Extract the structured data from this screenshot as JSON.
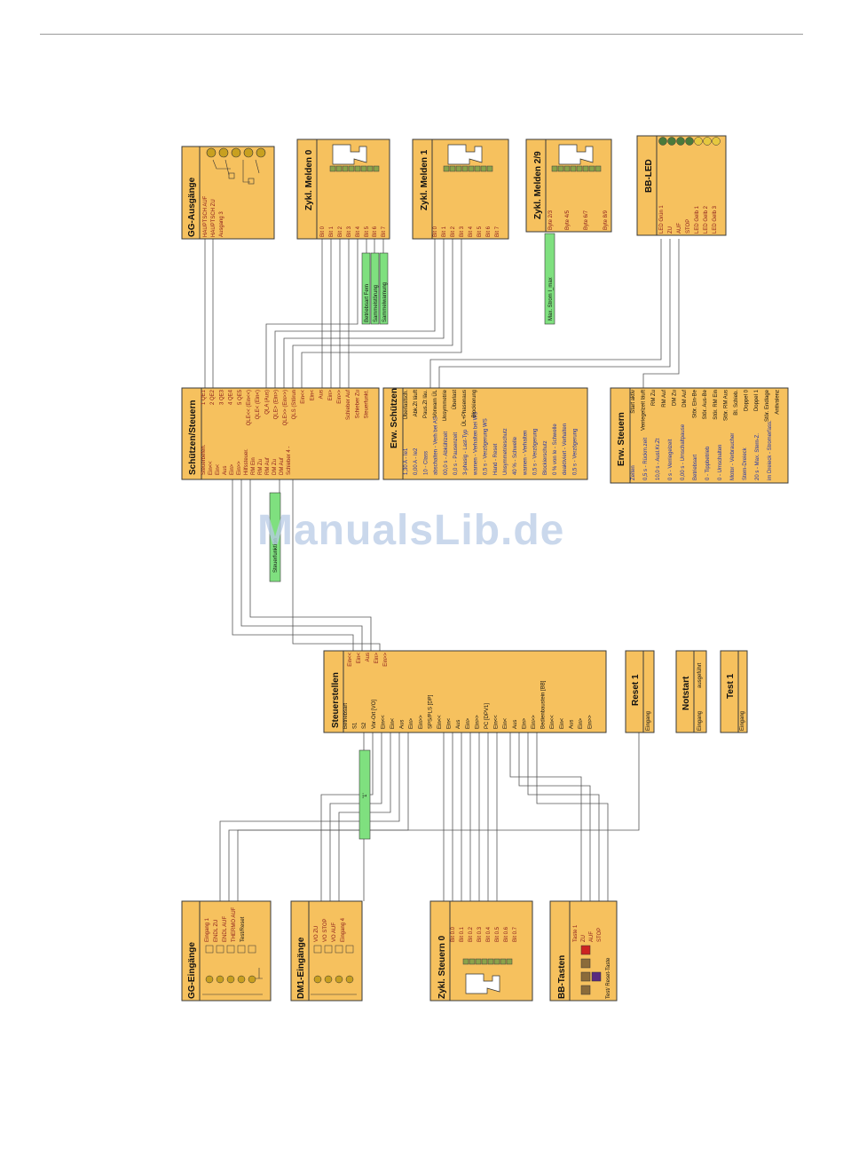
{
  "watermark": "ManualsLib.de",
  "colors": {
    "block": "#F6C15E",
    "block_border": "#3A3A3A",
    "green": "#7FE07F",
    "wire": "#555555",
    "red_text": "#B22222",
    "blue_text": "#2233AA"
  },
  "blocks": {
    "gg_ausgaenge": {
      "title": "GG-Ausgänge",
      "ports": [
        "HAUPTSCH AUF",
        "HAUPTSCH ZU",
        "Ausgang 3"
      ]
    },
    "zykl_melden_0": {
      "title": "Zykl. Melden 0",
      "ports": [
        "Bit 0",
        "Bit 1",
        "Bit 2",
        "Bit 3",
        "Bit 4",
        "Bit 5",
        "Bit 6",
        "Bit 7"
      ]
    },
    "zykl_melden_1": {
      "title": "Zykl. Melden 1",
      "ports": [
        "Bit 0",
        "Bit 1",
        "Bit 2",
        "Bit 3",
        "Bit 4",
        "Bit 5",
        "Bit 6",
        "Bit 7"
      ]
    },
    "zykl_melden_2_9": {
      "title": "Zykl. Melden 2/9",
      "ports": [
        "Byte 2/3",
        "Byte 4/5",
        "Byte 6/7",
        "Byte 8/9"
      ]
    },
    "bb_led": {
      "title": "BB-LED",
      "ports": [
        "LED Grün 1",
        "ZU",
        "AUF",
        "STOP",
        "LED Gelb 1",
        "LED Gelb 2",
        "LED Gelb 3"
      ]
    },
    "schuetzen_steuern": {
      "title": "Schützen/Steuern",
      "left": [
        "Steuerbefeh.",
        "Ein<<",
        "Ein<",
        "Aus",
        "Ein>",
        "Ein>>",
        "Hilfssteuer.",
        "RM Ein",
        "RM Zu",
        "RM Auf",
        "DM Zu",
        "DM Auf",
        "Schieber 4 -"
      ],
      "right": [
        "1 QE1",
        "2 QE2",
        "3 QE3",
        "4 QE4",
        "5 QE5",
        "QLE<< (Ein<<)",
        "QLE< (Ein<)",
        "QLA (Aus)",
        "QLE> (Ein>)",
        "QLE>> (Ein>>)",
        "QLS (Störun",
        "Ein<<",
        "Ein<",
        "Aus",
        "Ein>",
        "Ein>>",
        "Schieber Auf",
        "Schieber Zu",
        "Steuerfunkt."
      ]
    },
    "erw_schuetzen": {
      "title": "Erw. Schützen",
      "right": [
        "Überlastsch.",
        "Abk.Zt läuft",
        "Paus.Zt läu.",
        "Vorwarn ÜL",
        "Unsymmetrie",
        "Überlast",
        "ÜL+Phasenaus",
        "Blockierung"
      ],
      "left": [
        "1,30 A - Ie1",
        "0,00 A - Ie2",
        "10 - Class",
        "abschalten - Verh bei AS",
        "00,0 s - Abkühlzeit",
        "0,0 s - Pausenzeit",
        "3-phasig - Last-Typ",
        "warnen - Verhalten bei WS",
        "0,5 s - Verzögerung WS",
        "Hand - Reset",
        "Unsymmetrieschutz",
        "40 % - Schwelle",
        "warnen - Verhalten",
        "0,5 s - Verzögerung",
        "Blockierschutz",
        "0 % von Ie - Schwelle",
        "deaktiviert - Verhalten",
        "0,5 s - Verzögerung"
      ]
    },
    "erw_steuern": {
      "title": "Erw. Steuern",
      "right": [
        "Start aktiv",
        "Verriegelzeit läuft",
        "RM Zu",
        "RM Auf",
        "DM Zu",
        "DM Auf",
        "Stör. Ein-Be",
        "Stör. Aus-Be",
        "Stör. RM Ein",
        "Stör. RM Aus",
        "Bl. Schieb.",
        "Doppel 0",
        "Doppel 1",
        "Stör. Endlage",
        "Antivalenz"
      ],
      "left": [
        "Zeiten",
        "0,5 s - Rückm.zeit",
        "10,0 s - Ausl.Kr.Zt",
        "0 s - Verriegelzeit",
        "0,00 s - Umschaltpause",
        "Betriebsart",
        "0 - Tippbetrieb",
        "0 - Umschalten",
        "Motor - Verbraucher",
        "Stern-Dreieck",
        "20 s - Max. Stern-Z.",
        "im Dreieck - Stromerfass."
      ]
    },
    "steuerstellen": {
      "title": "Steuerstellen",
      "right_top": [
        "Ein<<",
        "Ein<",
        "Aus",
        "Ein>",
        "Ein>>"
      ],
      "items": [
        "Betriebsart",
        "S1",
        "S2",
        "Vor-Ort [VO]",
        "Ein<<",
        "Ein<",
        "Aus",
        "Ein>",
        "Ein>>",
        "SPS/PLS [DP]",
        "Ein<<",
        "Ein<",
        "Aus",
        "Ein>",
        "Ein>>",
        "PC [DPV1]",
        "Ein<<",
        "Ein<",
        "Aus",
        "Ein>",
        "Ein>>",
        "Bedienbaustein [BB]",
        "Ein<<",
        "Ein<",
        "Aus",
        "Ein>",
        "Ein>>"
      ]
    },
    "reset_1": {
      "title": "Reset 1",
      "ports": [
        "Eingang"
      ]
    },
    "notstart": {
      "title": "Notstart",
      "ports": [
        "Eingang",
        "ausgeführt"
      ]
    },
    "test_1": {
      "title": "Test 1",
      "ports": [
        "Eingang"
      ]
    },
    "gg_eingaenge": {
      "title": "GG-Eingänge",
      "ports": [
        "Eingang 1",
        "ENDL ZU",
        "ENDL AUF",
        "THERMO AUF",
        "Test/Reset"
      ]
    },
    "dm1_eingaenge": {
      "title": "DM1-Eingänge",
      "ports": [
        "VO ZU",
        "VO STOP",
        "VO AUF",
        "Eingang 4"
      ]
    },
    "zykl_steuern_0": {
      "title": "Zykl. Steuern 0",
      "ports": [
        "Bit 0.0",
        "Bit 0.1",
        "Bit 0.2",
        "Bit 0.3",
        "Bit 0.4",
        "Bit 0.5",
        "Bit 0.6",
        "Bit 0.7"
      ]
    },
    "bb_tasten": {
      "title": "BB-Tasten",
      "ports": [
        "Taste 1",
        "ZU",
        "AUF",
        "STOP",
        "Test/ Reset-Taste"
      ]
    }
  },
  "green_labels": {
    "melden0": [
      "Betriebsart Fern",
      "Sammelstörung",
      "Sammelwarnung"
    ],
    "melden29": "Max. Strom I_max",
    "steuern": "Steuerfunktion",
    "steuerstellen": "'1'"
  }
}
